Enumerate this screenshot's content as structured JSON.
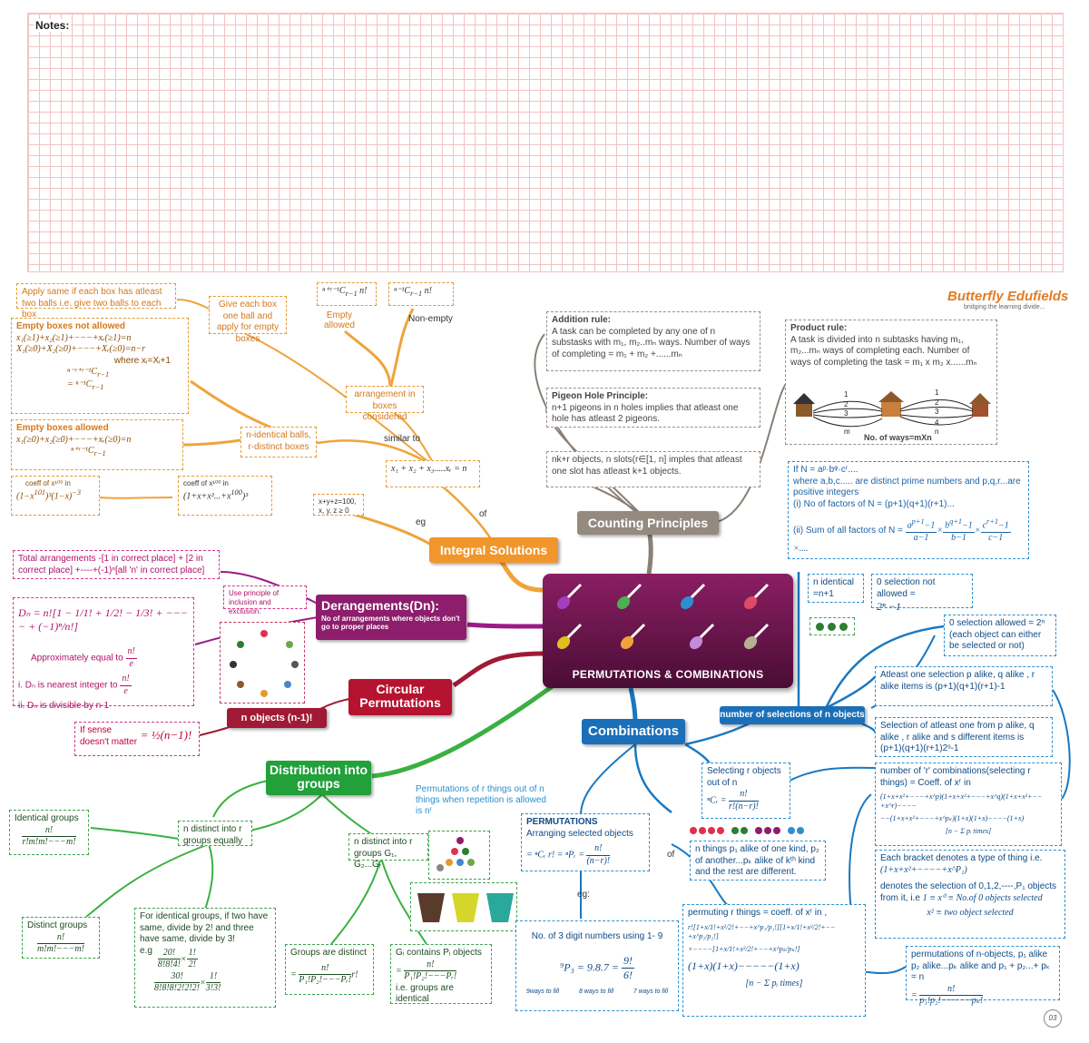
{
  "notes": {
    "label": "Notes:"
  },
  "brand": {
    "name": "Butterfly Edufields",
    "tagline": "bridging the learning divide..."
  },
  "center": {
    "title": "PERMUTATIONS & COMBINATIONS"
  },
  "page_number": "03",
  "nodes": {
    "counting": "Counting Principles",
    "integral": "Integral Solutions",
    "derangements": "Derangements(Dn):",
    "derangements_desc": "No of arrangements where objects don't go to proper places",
    "circular": "Circular Permutations",
    "circular_sub": "n objects (n-1)!",
    "distribution": "Distribution into groups",
    "combinations": "Combinations",
    "selections": "number of selections of n objects"
  },
  "counting": {
    "addition_title": "Addition rule:",
    "addition_body": "A task can be completed by any one of n substasks with m₁, m₂..mₙ ways. Number of ways of completing = m₁ + m₂ +......mₙ",
    "pigeon_title": "Pigeon Hole Principle:",
    "pigeon_body": "n+1 pigeons in n holes implies that atleast one hole has atleast 2 pigeons.",
    "nk": "nk+r objects, n slots(r∈[1, n] imples that atleast one slot has atleast k+1 objects.",
    "product_title": "Product rule:",
    "product_body": "A task is divided into n subtasks having m₁, m₂...mₙ ways of completing each. Number of ways of completing the task = m₁ x m₂ x......mₙ",
    "product_caption": "No. of ways=mXn",
    "product_m": "m",
    "product_n": "n",
    "factors_1": "If N = aᵖ·bᵠ·cʳ....",
    "factors_2": "where a,b,c..... are distinct prime numbers and p,q,r...are positive integers",
    "factors_3": "(i) No of factors of N = (p+1)(q+1)(r+1)...",
    "factors_4": "(ii) Sum of all factors of N ="
  },
  "integral": {
    "apply_same": "Apply same if each box has atleast two balls i.e. give two balls to each box",
    "give_each": "Give each box one ball and apply for empty boxes",
    "empty_not_allowed": "Empty boxes not allowed",
    "where_x": "where xᵢ=Xᵢ+1",
    "empty_allowed_title": "Empty boxes allowed",
    "coeff_small": "coeff of x¹⁰⁰ in",
    "coeff_big": "coeff of x¹⁰⁰ in",
    "eg_condition": "x+y+z=100, x, y, z ≥ 0",
    "eg": "eg",
    "of": "of",
    "similar_to": "similar to",
    "n_identical": "n-identical balls, r-distinct boxes",
    "arrangement": "arrangement in boxes considered",
    "empty_allowed": "Empty allowed",
    "non_empty": "Non-empty"
  },
  "derangement": {
    "total": "Total arrangements -[1 in correct place] + [2 in correct place] +----+(-1)ⁿ[all 'n' in correct place]",
    "use_principle": "Use principle of inclusion and exclusion.",
    "approx": "Approximately equal to",
    "nearest": "i. Dₙ is nearest integer to",
    "divisible": "ii. Dₙ is divisible by n-1"
  },
  "circular": {
    "sense": "If sense doesn't matter"
  },
  "distribution": {
    "identical_groups": "Identical groups",
    "distinct_groups": "Distinct groups",
    "n_distinct_r": "n distinct into r groups equally",
    "identical_note": "For identical groups, if two have same, divide by 2! and three have same, divide by 3!",
    "eg": "e.g",
    "n_distinct_G": "n distinct into r groups G₁, G₂...Gᵣ",
    "groups_distinct": "Groups are distinct",
    "gi_contains": "Gᵢ contains Pᵢ objects",
    "groups_identical": "i.e. groups are identical"
  },
  "combinations": {
    "perm_repeat": "Permutations of r things out of n things when repetition is allowed is nʳ",
    "perm_title": "PERMUTATIONS",
    "perm_sub": "Arranging selected objects",
    "eg": "eg:",
    "of": "of",
    "three_digit": "No. of 3 digit numbers using 1- 9",
    "ways_9": "9ways to fill",
    "ways_8": "8 ways to fill",
    "ways_7": "7 ways to fill",
    "selecting_r": "Selecting r objects out of n",
    "n_things": "n things p₁ alike of one kind, p₂ of another...pₖ alike of kᵗʰ kind and the rest are different.",
    "permuting_r": "permuting r things = coeff. of xʳ in ,",
    "perm_n_objects": "permutations of n-objects, p₁ alike p₂ alike...pₖ alike and p₁ + p₂...+ pₖ = n",
    "n_identical": "n identical",
    "n_plus_1": "=n+1",
    "zero_not_allowed": "0 selection not allowed =",
    "two_n_minus_1": "2ⁿ −1",
    "zero_allowed": "0 selection allowed = 2ⁿ (each object can either be selected or not)",
    "atleast_one": "Atleast one selection p alike, q alike , r alike items is (p+1)(q+1)(r+1)-1",
    "atleast_one_from": "Selection of atleast one from p alike, q alike , r alike and s different items is (p+1)(q+1)(r+1)2ˢ-1",
    "r_combinations": "number of 'r' combinations(selecting r things) = Coeff. of xʳ in",
    "each_bracket": "Each bracket denotes a type of thing i.e.",
    "denotes": "denotes the selection of 0,1,2,----,P₁ objects from it, i.e",
    "no_of_0": "No.of 0 objects selected",
    "two_object": "x² ≡ two object selected"
  }
}
